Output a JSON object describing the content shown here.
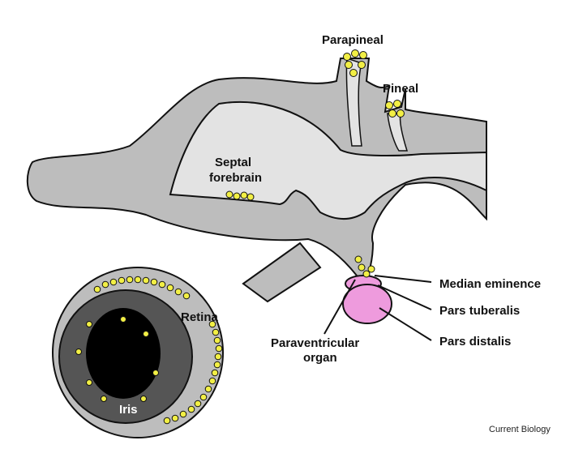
{
  "labels": {
    "parapineal": "Parapineal",
    "pineal": "Pineal",
    "septal_1": "Septal",
    "septal_2": "forebrain",
    "median_eminence": "Median eminence",
    "pars_tuberalis": "Pars tuberalis",
    "pars_distalis": "Pars distalis",
    "paraventricular_1": "Paraventricular",
    "paraventricular_2": "organ",
    "retina": "Retina",
    "iris": "Iris"
  },
  "credit": "Current Biology",
  "colors": {
    "tissue": "#bdbdbd",
    "ventricle": "#e3e3e3",
    "iris": "#555555",
    "pupil": "#000000",
    "pituitary": "#ee9bdd",
    "photoreceptor": "#f2ef45",
    "outline": "#111111"
  }
}
